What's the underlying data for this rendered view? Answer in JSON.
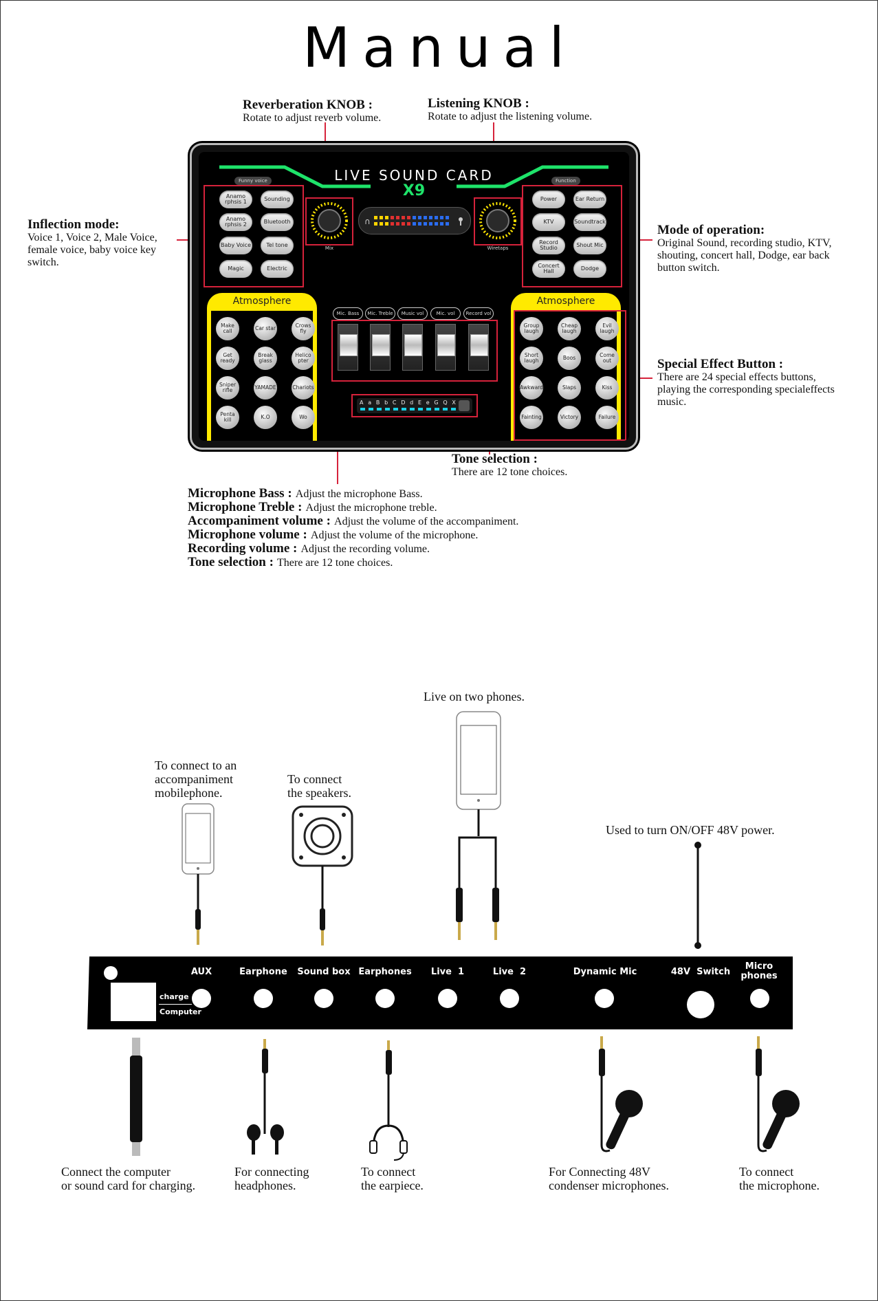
{
  "title": "Manual",
  "device": {
    "name": "LIVE SOUND CARD",
    "model": "X9",
    "left_tag": "Funny voice",
    "right_tag": "Function",
    "knob_left_label": "Mix",
    "knob_right_label": "Wiretaps",
    "voice_buttons": [
      "Anamo rphsis 1",
      "Sounding",
      "Anamo rphsis 2",
      "Bluetooth",
      "Baby Voice",
      "Tel tone",
      "Magic",
      "Electric"
    ],
    "function_buttons": [
      "Power",
      "Ear Return",
      "KTV",
      "Soundtrack",
      "Record Studio",
      "Shout Mic",
      "Concert Hall",
      "Dodge"
    ],
    "atmosphere_label": "Atmosphere",
    "left_effects": [
      "Make call",
      "Car star",
      "Crows fly",
      "Get ready",
      "Break glass",
      "Helico pter",
      "Sniper rifle",
      "YAMADE",
      "Chariots",
      "Penta kill",
      "K.O",
      "Wo"
    ],
    "right_effects": [
      "Group laugh",
      "Cheap laugh",
      "Evil laugh",
      "Short laugh",
      "Boos",
      "Come out",
      "Awkward",
      "Slaps",
      "Kiss",
      "Fainting",
      "Victory",
      "Failure"
    ],
    "controls": [
      "Mic. Bass",
      "Mic. Treble",
      "Music vol",
      "Mic. vol",
      "Record vol"
    ],
    "tones": [
      "A",
      "a",
      "B",
      "b",
      "C",
      "D",
      "d",
      "E",
      "e",
      "G",
      "Q",
      "X"
    ]
  },
  "annotations": {
    "reverb_title": "Reverberation KNOB :",
    "reverb_text": "Rotate to adjust reverb volume.",
    "listen_title": "Listening KNOB :",
    "listen_text": "Rotate to adjust the listening volume.",
    "inflection_title": "Inflection mode:",
    "inflection_text": [
      "Voice 1, Voice 2, Male Voice,",
      "female voice, baby voice key",
      "switch."
    ],
    "mode_title": "Mode of operation:",
    "mode_text": [
      "Original Sound, recording studio, KTV,",
      "shouting, concert hall, Dodge, ear back",
      "button switch."
    ],
    "special_title": "Special Effect Button :",
    "special_text": [
      "There are 24 special effects buttons,",
      "playing the corresponding specialeffects",
      "music."
    ],
    "tone_title": "Tone selection :",
    "tone_text": "There are 12 tone choices.",
    "fader_list": [
      {
        "label": "Microphone Bass :",
        "text": "Adjust the microphone Bass."
      },
      {
        "label": "Microphone Treble :",
        "text": "Adjust the microphone treble."
      },
      {
        "label": "Accompaniment volume :",
        "text": "Adjust the volume of the accompaniment."
      },
      {
        "label": "Microphone volume :",
        "text": "Adjust the volume of the microphone."
      },
      {
        "label": "Recording volume :",
        "text": "Adjust the recording volume."
      },
      {
        "label": "Tone selection :",
        "text": "There are 12 tone choices."
      }
    ]
  },
  "connections": {
    "live_phones": "Live on two phones.",
    "accomp": [
      "To connect to an",
      "accompaniment",
      "mobilephone."
    ],
    "speakers": [
      "To connect",
      "the speakers."
    ],
    "power48": "Used to turn ON/OFF 48V power.",
    "ports": [
      "AUX",
      "Earphone",
      "Sound box",
      "Earphones",
      "Live  1",
      "Live  2",
      "Dynamic Mic",
      "48V  Switch",
      "Micro phones"
    ],
    "charge": "charge",
    "computer": "Computer",
    "bottom": {
      "computer": [
        "Connect the computer",
        "or sound card for charging."
      ],
      "headphones": [
        "For connecting",
        "headphones."
      ],
      "earpiece": [
        "To connect",
        "the earpiece."
      ],
      "condenser": [
        "For Connecting 48V",
        "condenser microphones."
      ],
      "mic": [
        "To connect",
        "the microphone."
      ]
    }
  }
}
